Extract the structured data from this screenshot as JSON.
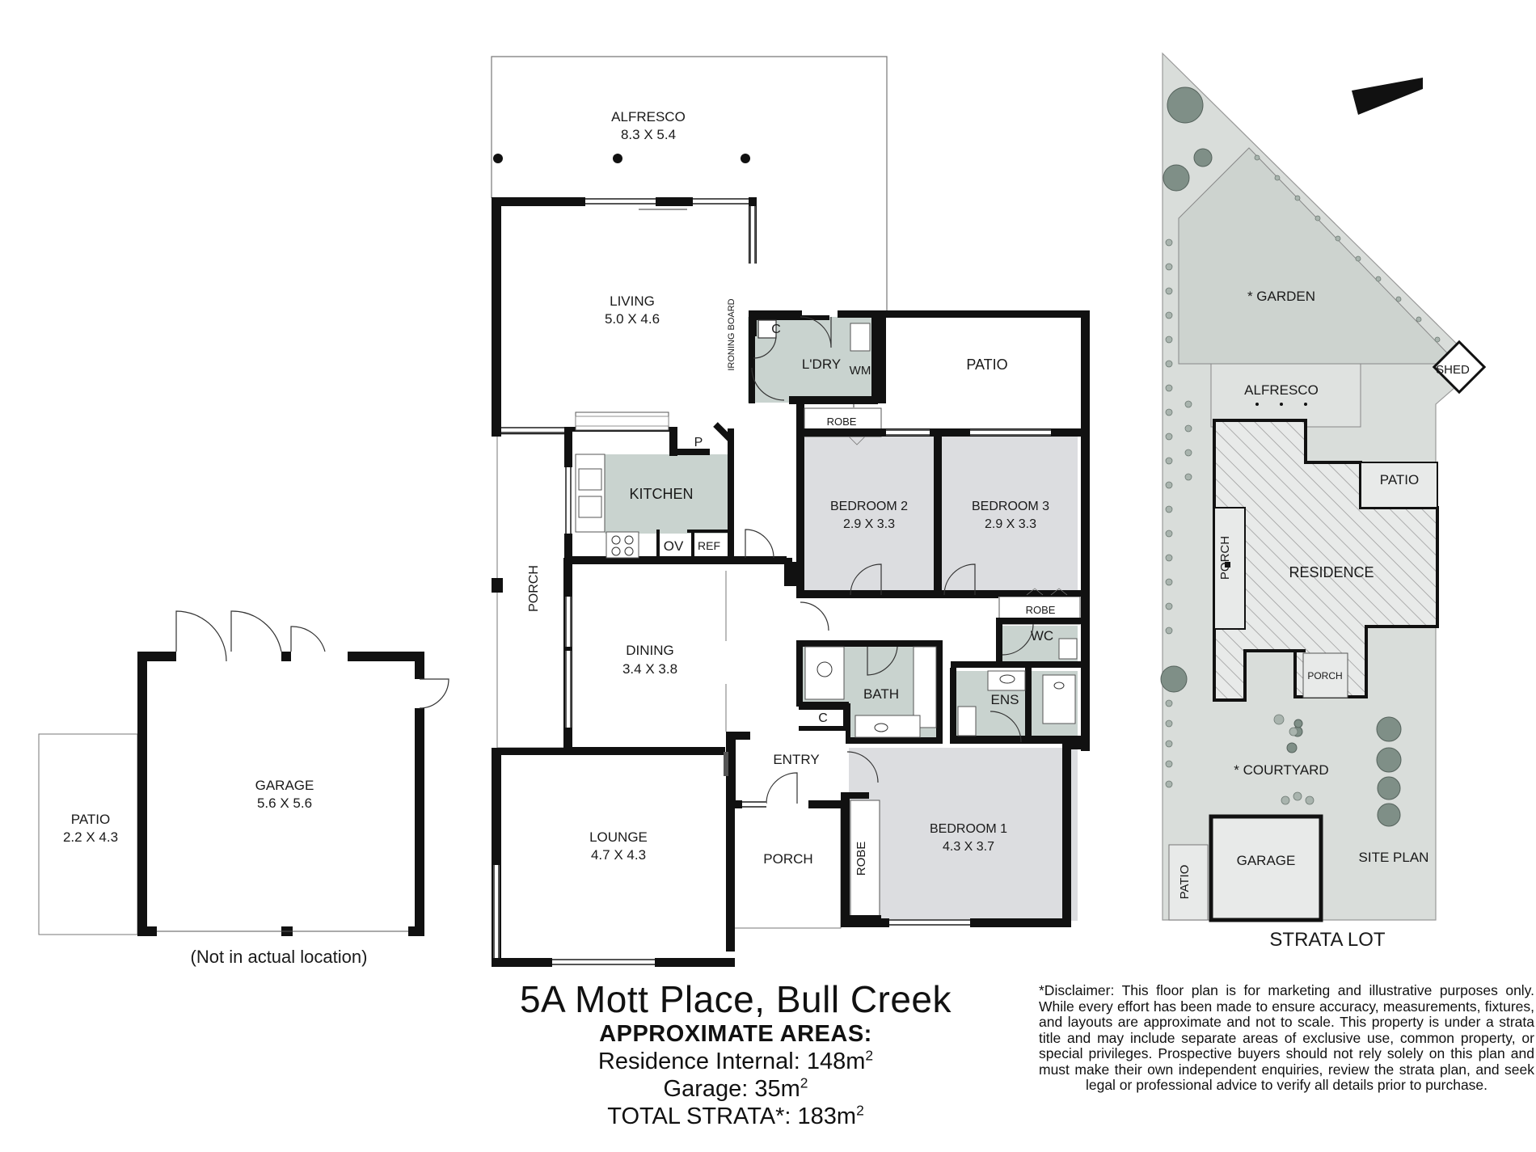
{
  "rooms": {
    "alfresco": {
      "name": "ALFRESCO",
      "size": "8.3 X 5.4"
    },
    "living": {
      "name": "LIVING",
      "size": "5.0 X 4.6"
    },
    "ironing": "IRONING BOARD",
    "ldry": "L'DRY",
    "wm": "WM",
    "c": "C",
    "patio": "PATIO",
    "robe": "ROBE",
    "kitchen": "KITCHEN",
    "pantry": "P",
    "ov": "OV",
    "ref": "REF",
    "bedroom2": {
      "name": "BEDROOM 2",
      "size": "2.9 X 3.3"
    },
    "bedroom3": {
      "name": "BEDROOM 3",
      "size": "2.9 X 3.3"
    },
    "porch": "PORCH",
    "dining": {
      "name": "DINING",
      "size": "3.4 X 3.8"
    },
    "wc": "WC",
    "bath": "BATH",
    "ens": "ENS",
    "entry": "ENTRY",
    "lounge": {
      "name": "LOUNGE",
      "size": "4.7 X 4.3"
    },
    "bedroom1": {
      "name": "BEDROOM 1",
      "size": "4.3 X 3.7"
    },
    "garage": {
      "name": "GARAGE",
      "size": "5.6 X 5.6"
    },
    "garage_patio": {
      "name": "PATIO",
      "size": "2.2 X 4.3"
    },
    "not_actual": "(Not  in actual location)"
  },
  "site": {
    "garden": "* GARDEN",
    "shed": "SHED",
    "alfresco": "ALFRESCO",
    "patio": "PATIO",
    "porch": "PORCH",
    "residence": "RESIDENCE",
    "porch_small": "PORCH",
    "courtyard": "* COURTYARD",
    "garage": "GARAGE",
    "patio2": "PATIO",
    "site_plan": "SITE PLAN",
    "strata_lot": "STRATA LOT"
  },
  "title": {
    "address": "5A Mott Place, Bull Creek",
    "approx": "APPROXIMATE AREAS:",
    "residence_label": "Residence Internal: 148m",
    "garage_label": "Garage: 35m",
    "total_label": "TOTAL STRATA*: 183m",
    "sq": "2"
  },
  "disclaimer": {
    "label": "*Disclaimer:",
    "text": "This floor plan is for marketing and illustrative purposes only. While every effort has been made to ensure accuracy, measurements, fixtures, and layouts are approximate and not to scale. This property is under a strata title and may include separate areas of exclusive use, common property, or special privileges. Prospective buyers should not rely solely on this plan and must make their own independent enquiries, review the strata plan, and seek legal or professional advice to verify all details prior to purchase."
  },
  "colors": {
    "wet_area": "#c9d3cf",
    "bedroom": "#dcdde0",
    "site_fill": "#d9ddda",
    "wall": "#111111"
  }
}
